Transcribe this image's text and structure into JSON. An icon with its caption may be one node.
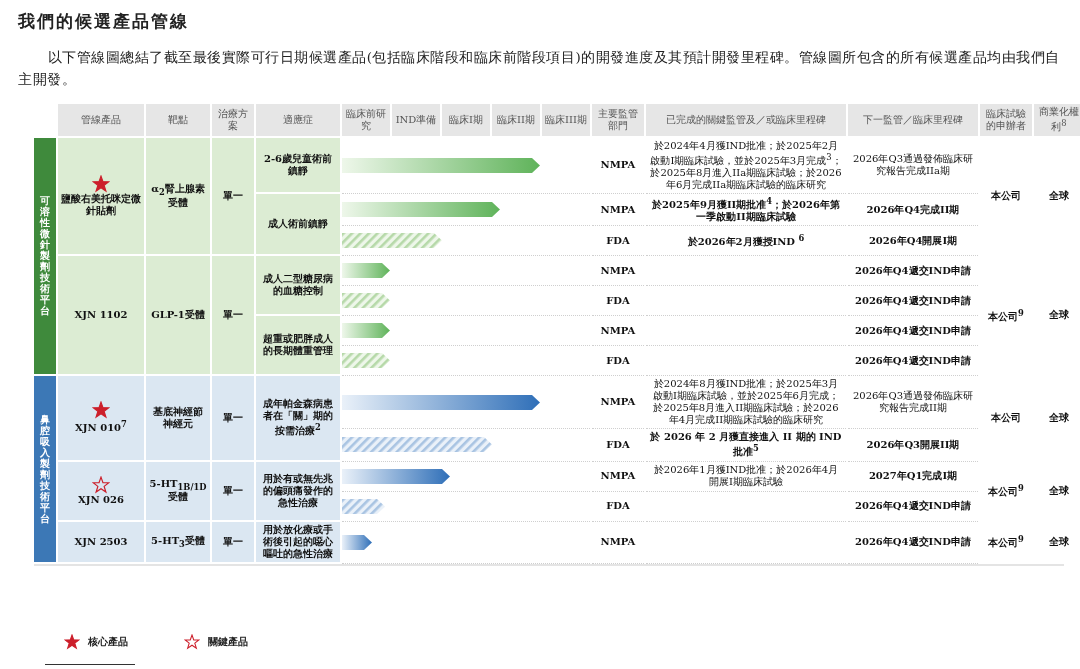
{
  "diagram": {
    "title": "我們的候選產品管線",
    "labels": [
      "以下管線圖總結了截至最後實際可行日期候選產品(包括臨床階段和臨床前階段項目)的開發進度及其預計開發里程碑。管線圖所包含的所有候選產品均由我們自主開發。",
      "管線產品",
      "靶點",
      "治療方案",
      "適應症",
      "臨床前研究",
      "IND準備",
      "臨床I期",
      "臨床II期",
      "臨床III期",
      "主要監管部門",
      "已完成的關鍵監管及／或臨床里程碑",
      "下一監管／臨床里程碑",
      "臨床試驗的申辦者",
      "商業化權利$^{8}$",
      "可溶性微針製劑技術平台",
      "鹽酸右美托咪定微針貼劑",
      "α$_{2}$腎上腺素受體",
      "單一",
      "2-6歲兒童術前鎮靜",
      "NMPA",
      "於2024年4月獲IND批准；於2025年2月啟動I期臨床試驗，並於2025年3月完成$^{3}$；於2025年8月進入IIa期臨床試驗；於2026年6月完成IIa期臨床試驗的臨床研究",
      "2026年Q3通過發佈臨床研究報告完成IIa期",
      "本公司",
      "全球",
      "成人術前鎮靜",
      "NMPA",
      "於2025年9月獲II期批准$^{4}$；於2026年第一季啟動II期臨床試驗",
      "2026年Q4完成II期",
      "FDA",
      "於2026年2月獲授IND $^{6}$",
      "2026年Q4開展I期",
      "XJN 1102",
      "GLP-1受體",
      "單一",
      "成人二型糖尿病的血糖控制",
      "NMPA",
      "2026年Q4遞交IND申請",
      "本公司$^{9}$",
      "全球",
      "FDA",
      "2026年Q4遞交IND申請",
      "超重或肥胖成人的長期體重管理",
      "NMPA",
      "2026年Q4遞交IND申請",
      "FDA",
      "2026年Q4遞交IND申請",
      "鼻腔吸入製劑技術平台",
      "XJN 010$^{7}$",
      "基底神經節神經元",
      "單一",
      "成年帕金森病患者在「關」期的按需治療$^{2}$",
      "NMPA",
      "於2024年8月獲IND批准；於2025年3月啟動I期臨床試驗，並於2025年6月完成；於2025年8月進入II期臨床試驗；於2026年4月完成II期臨床試驗的臨床研究",
      "2026年Q3通過發佈臨床研究報告完成II期",
      "本公司",
      "全球",
      "FDA",
      "於 2026 年 2 月獲直接進入 II 期的 IND 批准$^{5}$",
      "2026年Q3開展II期",
      "XJN 026",
      "5-HT$_{1B/1D}$受體",
      "單一",
      "用於有或無先兆的偏頭痛發作的急性治療",
      "NMPA",
      "於2026年1月獲IND批准；於2026年4月開展I期臨床試驗",
      "2027年Q1完成I期",
      "本公司$^{9}$",
      "全球",
      "FDA",
      "2026年Q4遞交IND申請",
      "XJN 2503",
      "5-HT$_{3}$受體",
      "單一",
      "用於放化療或手術後引起的噁心嘔吐的急性治療",
      "NMPA",
      "2026年Q4遞交IND申請",
      "本公司$^{9}$",
      "全球"
    ],
    "legend": [
      {
        "text": "核心產品"
      },
      {
        "text": "關鍵產品"
      }
    ]
  }
}
